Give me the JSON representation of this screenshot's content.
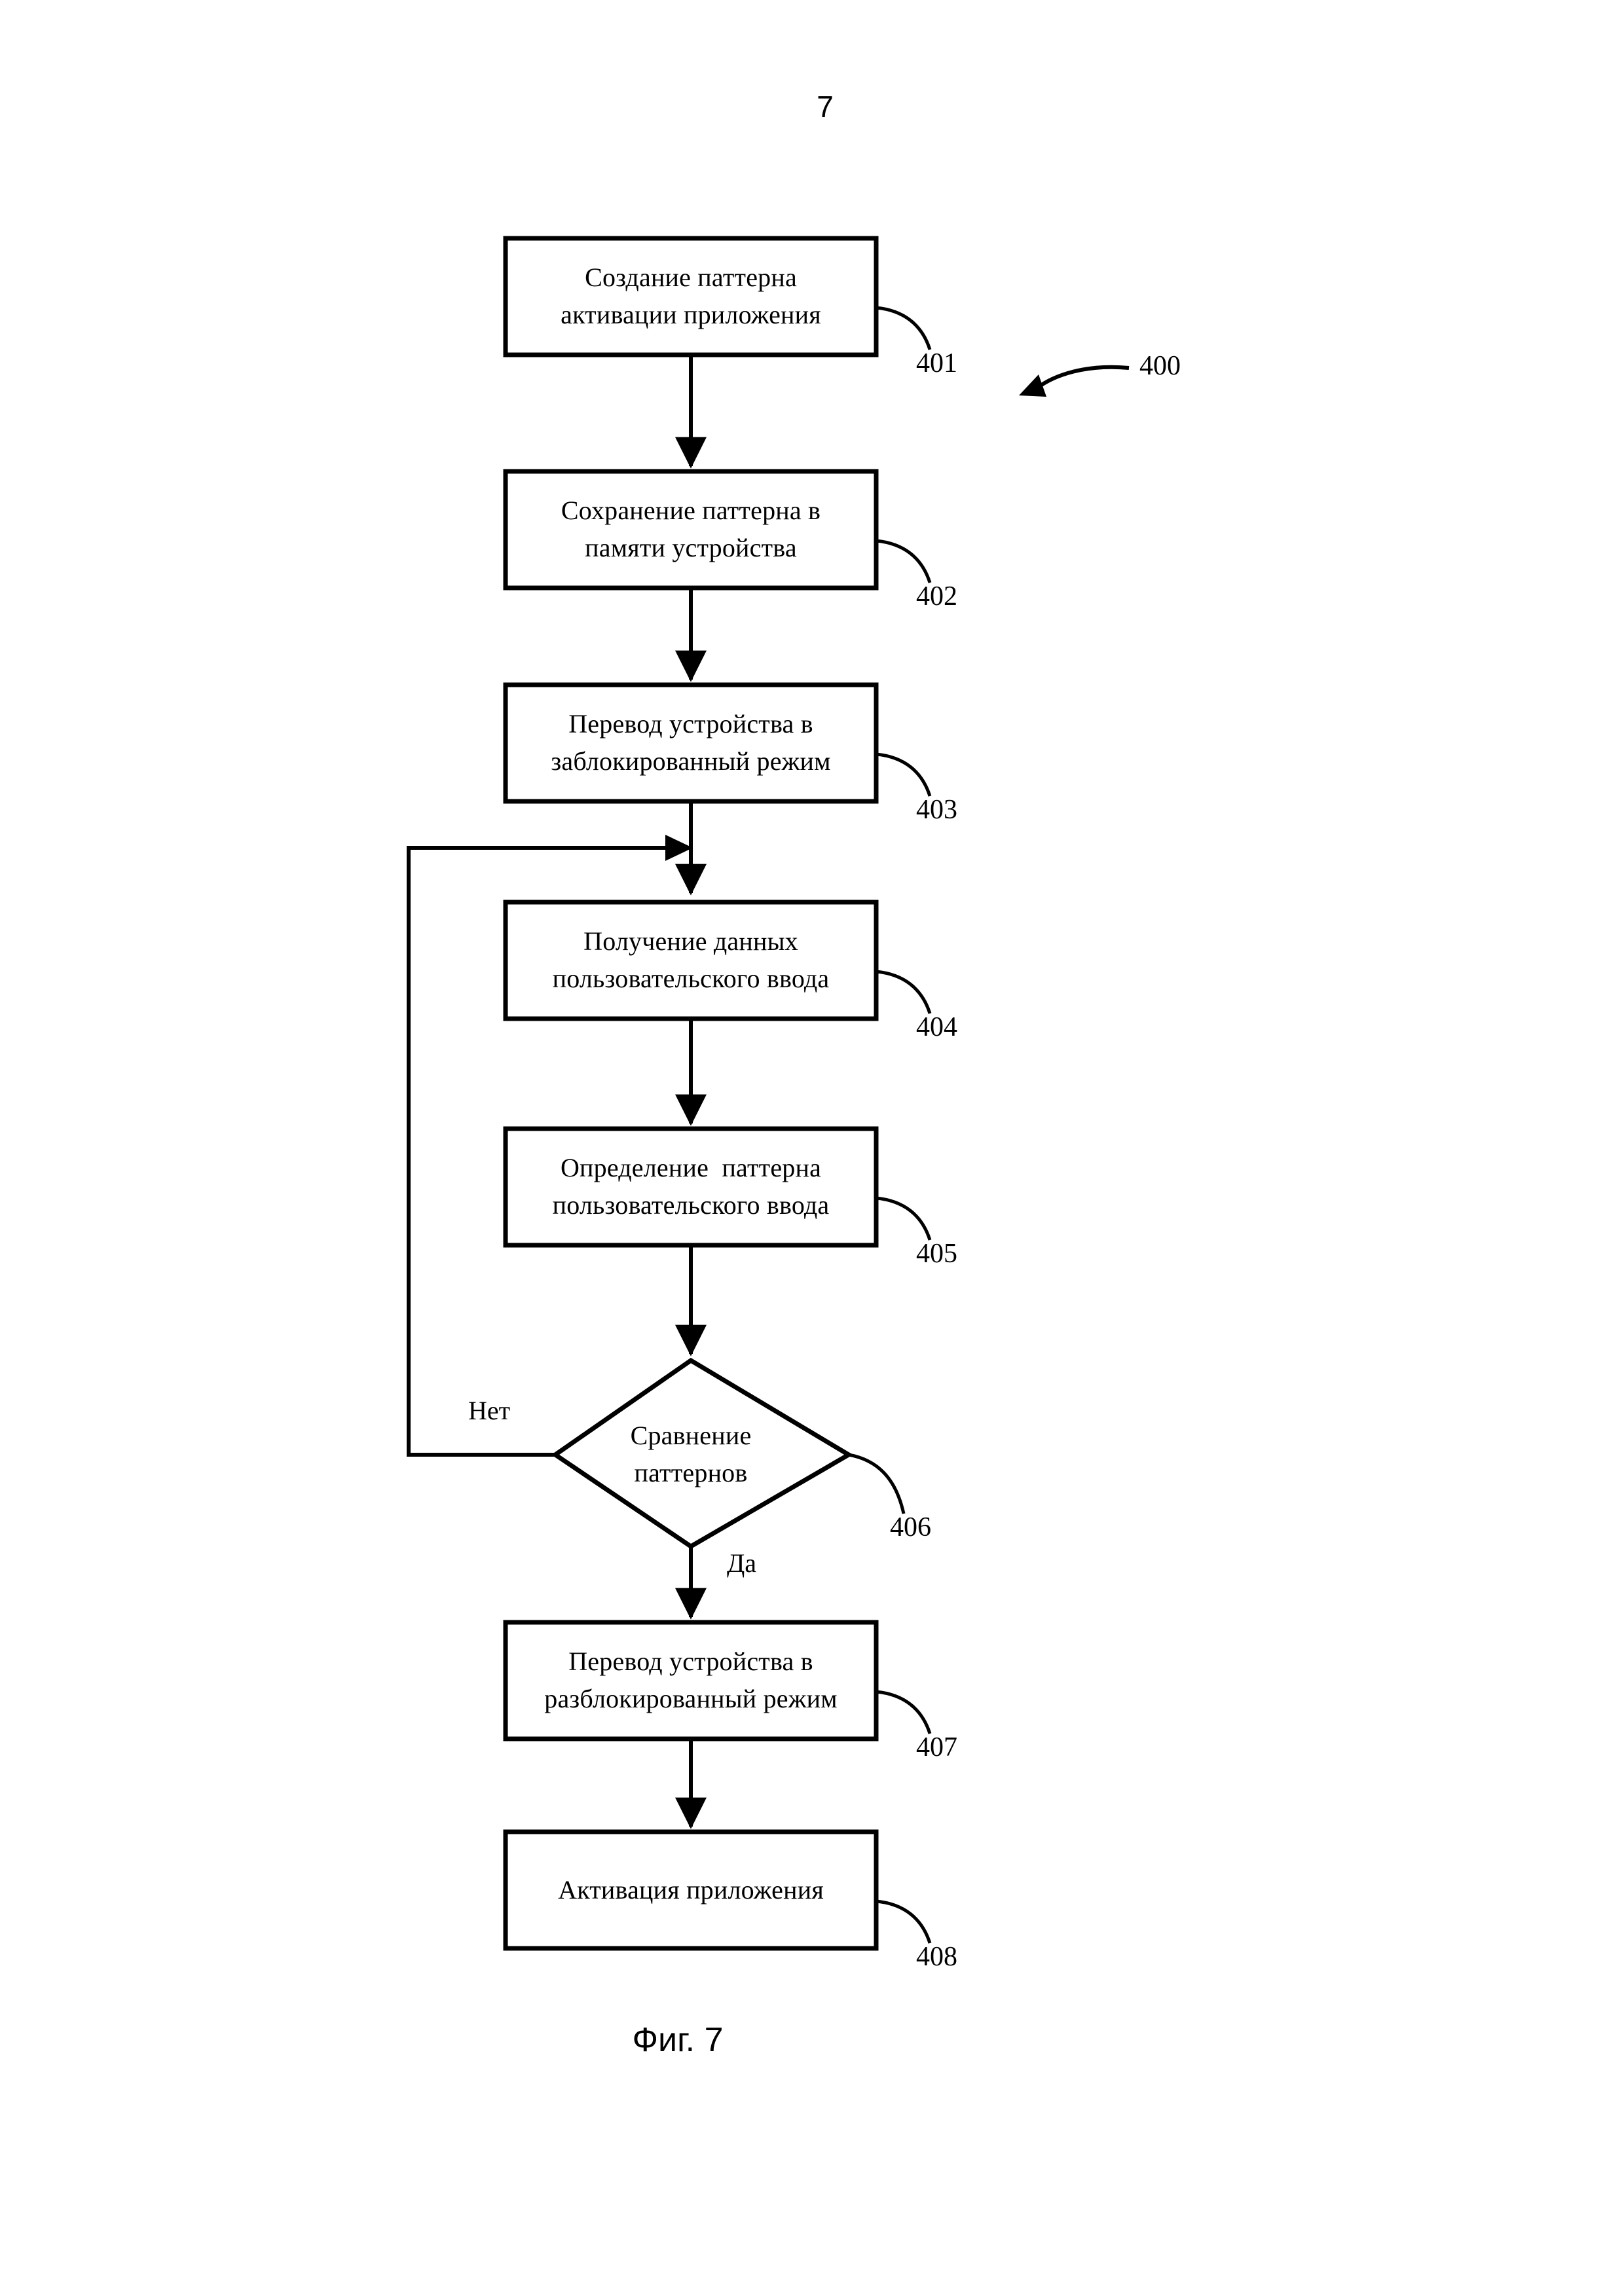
{
  "page": {
    "number": "7",
    "figure_caption": "Фиг. 7",
    "overall_ref": "400"
  },
  "flowchart": {
    "type": "flowchart",
    "nodes": [
      {
        "id": "401",
        "shape": "process",
        "ref": "401",
        "lines": [
          "Создание паттерна",
          "активации приложения"
        ]
      },
      {
        "id": "402",
        "shape": "process",
        "ref": "402",
        "lines": [
          "Сохранение паттерна в",
          "памяти устройства"
        ]
      },
      {
        "id": "403",
        "shape": "process",
        "ref": "403",
        "lines": [
          "Перевод устройства в",
          "заблокированный режим"
        ]
      },
      {
        "id": "404",
        "shape": "process",
        "ref": "404",
        "lines": [
          "Получение данных",
          "пользовательского ввода"
        ]
      },
      {
        "id": "405",
        "shape": "process",
        "ref": "405",
        "lines": [
          "Определение  паттерна",
          "пользовательского ввода"
        ]
      },
      {
        "id": "406",
        "shape": "decision",
        "ref": "406",
        "lines": [
          "Сравнение",
          "паттернов"
        ]
      },
      {
        "id": "407",
        "shape": "process",
        "ref": "407",
        "lines": [
          "Перевод устройства в",
          "разблокированный режим"
        ]
      },
      {
        "id": "408",
        "shape": "process",
        "ref": "408",
        "lines": [
          "Активация приложения"
        ]
      }
    ],
    "branch_labels": {
      "no": "Нет",
      "yes": "Да"
    },
    "edges": [
      {
        "from": "401",
        "to": "402",
        "label": ""
      },
      {
        "from": "402",
        "to": "403",
        "label": ""
      },
      {
        "from": "403",
        "to": "404",
        "label": ""
      },
      {
        "from": "404",
        "to": "405",
        "label": ""
      },
      {
        "from": "405",
        "to": "406",
        "label": ""
      },
      {
        "from": "406",
        "to": "404",
        "label": "Нет"
      },
      {
        "from": "406",
        "to": "407",
        "label": "Да"
      },
      {
        "from": "407",
        "to": "408",
        "label": ""
      }
    ]
  },
  "colors": {
    "ink": "#000000",
    "paper": "#ffffff"
  }
}
